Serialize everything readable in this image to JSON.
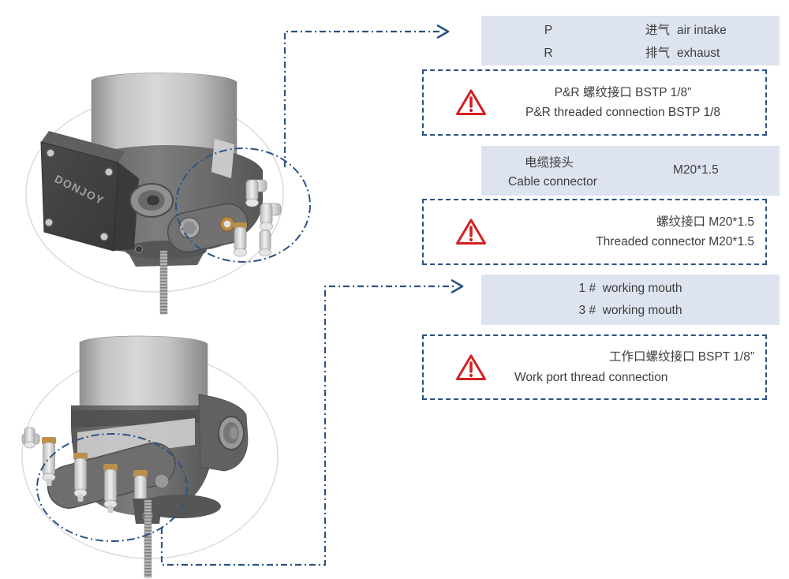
{
  "palette": {
    "panel_bg": "#dde4ef",
    "line_blue": "#2b5384",
    "warn_red": "#d42020",
    "text_color": "#3d3d3d",
    "device_outline": "#dcdcdc"
  },
  "legend": {
    "rows": [
      {
        "code": "P",
        "zh": "进气",
        "en": "air intake"
      },
      {
        "code": "R",
        "zh": "排气",
        "en": "exhaust"
      }
    ]
  },
  "warning_pr": {
    "zh": "P&R 螺纹接口 BSTP 1/8”",
    "en": "P&R threaded connection BSTP 1/8"
  },
  "cable_panel": {
    "zh": "电缆接头",
    "en": "Cable connector",
    "spec": "M20*1.5"
  },
  "warning_m20": {
    "zh": "螺纹接口 M20*1.5",
    "en": "Threaded connector M20*1.5"
  },
  "work_port_panel": {
    "line1": "1 #  working mouth",
    "line2": "3 #  working mouth"
  },
  "warning_bspt": {
    "zh": "工作口螺纹接口 BSPT 1/8”",
    "en": "Work port thread connection"
  },
  "device": {
    "brand": "DONJOY"
  }
}
